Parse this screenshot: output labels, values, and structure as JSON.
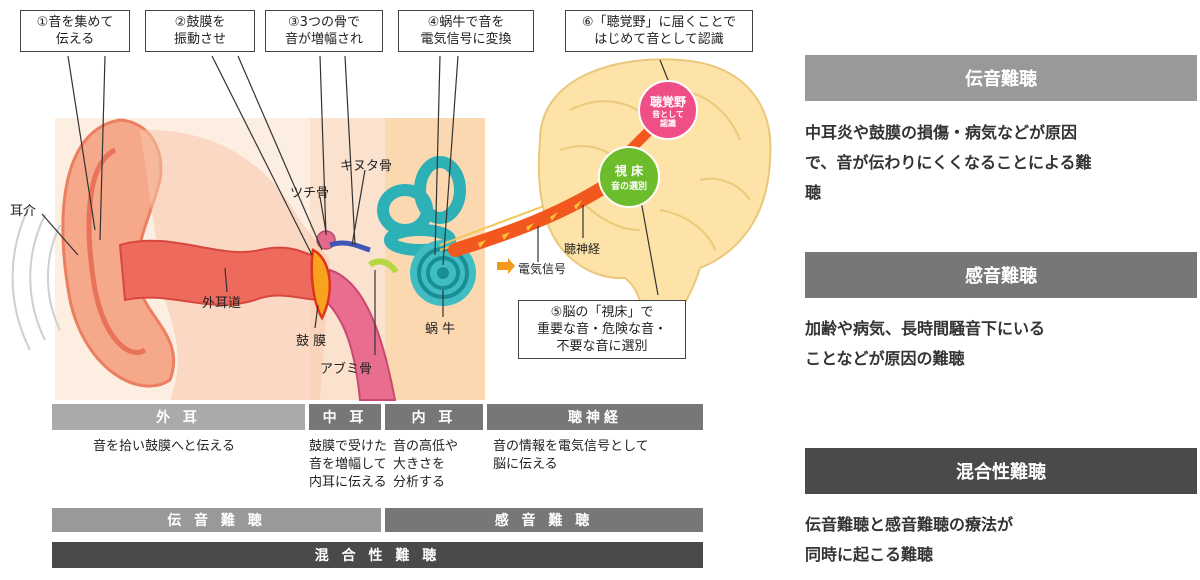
{
  "callouts": {
    "c1": "①音を集めて\n伝える",
    "c2": "②鼓膜を\n振動させ",
    "c3": "③3つの骨で\n音が増幅され",
    "c4": "④蜗牛で音を\n電気信号に変換",
    "c5": "⑤脳の「視床」で\n重要な音・危険な音・\n不要な音に選別",
    "c6": "⑥「聴覚野」に届くことで\nはじめて音として認識"
  },
  "labels": {
    "auricle": "耳介",
    "hammer": "ツチ骨",
    "anvil": "キヌタ骨",
    "ear_canal": "外耳道",
    "eardrum": "鼓 膜",
    "cochlea": "蜗 牛",
    "stirrup": "アブミ骨",
    "nerve": "聴神経",
    "signal": "電気信号"
  },
  "brain": {
    "auditory_title": "聴覚野",
    "auditory_sub": "音として\n認識",
    "thalamus_title": "視 床",
    "thalamus_sub": "音の選別"
  },
  "sections": [
    {
      "name": "外 耳",
      "desc": "音を拾い鼓膜へと伝える"
    },
    {
      "name": "中 耳",
      "desc": "鼓膜で受けた\n音を増幅して\n内耳に伝える"
    },
    {
      "name": "内 耳",
      "desc": "音の高低や\n大きさを\n分析する"
    },
    {
      "name": "聴神経",
      "desc": "音の情報を電気信号として\n脳に伝える"
    }
  ],
  "bands": {
    "conductive": "伝 音 難 聴",
    "sensorineural": "感 音 難 聴",
    "mixed": "混 合 性 難 聴"
  },
  "right": [
    {
      "title": "伝音難聴",
      "text": "中耳炎や鼓膜の損傷・病気などが原因\nで、音が伝わりにくくなることによる難\n聴"
    },
    {
      "title": "感音難聴",
      "text": "加齢や病気、長時間騒音下にいる\nことなどが原因の難聴"
    },
    {
      "title": "混合性難聴",
      "text": "伝音難聴と感音難聴の療法が\n同時に起こる難聴"
    }
  ],
  "colors": {
    "outer_gray": "#aaaaaa",
    "inner_gray": "#777777",
    "dark_gray": "#555555",
    "mixed_band": "#4a4a4a",
    "auditory_pink": "#ef4f86",
    "thalamus_green": "#6cbc2c",
    "signal_orange": "#f39a1e"
  }
}
